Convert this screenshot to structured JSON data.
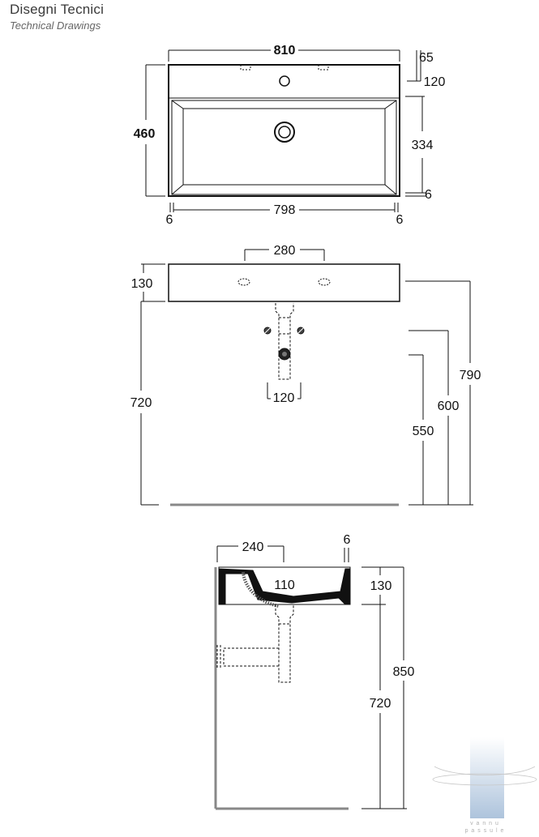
{
  "header": {
    "title": "Disegni Tecnici",
    "subtitle": "Technical Drawings"
  },
  "top_view": {
    "width": "810",
    "depth": "460",
    "rim_offset": "65",
    "rim_depth": "120",
    "bowl_depth": "334",
    "bottom_margin": "6",
    "inner_width": "798",
    "side_left": "6",
    "side_right": "6"
  },
  "front_view": {
    "tap_spacing": "280",
    "basin_height": "130",
    "mount_height": "720",
    "trap_width": "120",
    "h_total": "790",
    "h_valves": "600",
    "h_drain": "550"
  },
  "side_view": {
    "projection": "240",
    "wall_thickness": "6",
    "waste": "110",
    "basin_height": "130",
    "h_total": "850",
    "mount_height": "720"
  },
  "watermark": {
    "line1": "v a n n u",
    "line2": "p a s s u l e"
  }
}
